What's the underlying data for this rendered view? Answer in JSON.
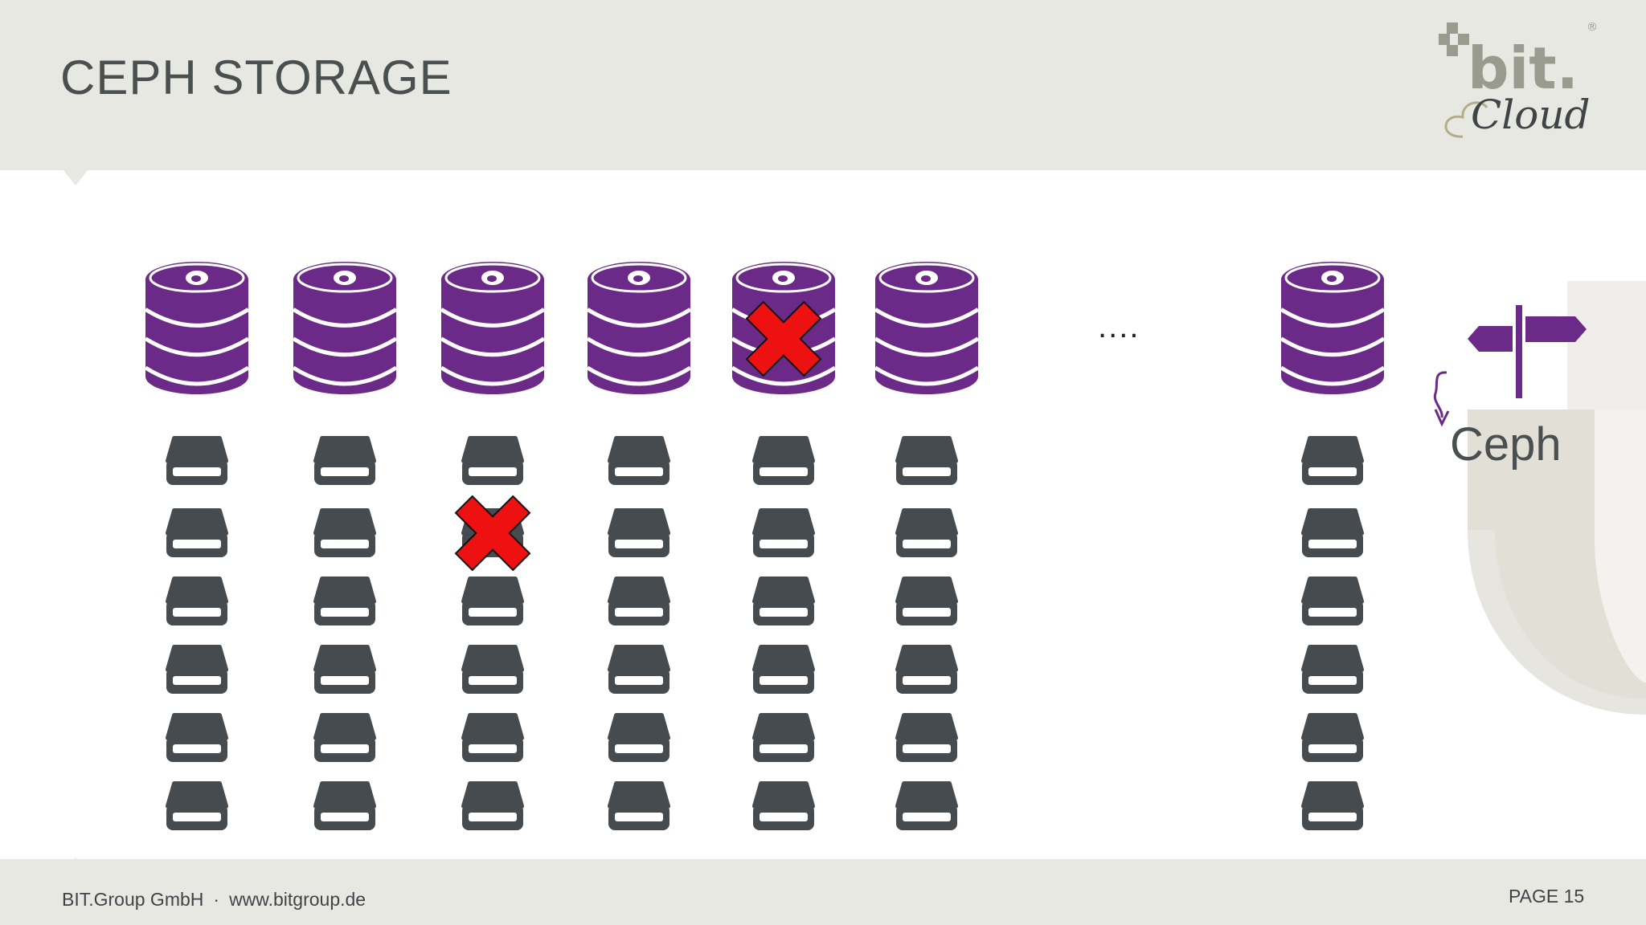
{
  "slide": {
    "title": "CEPH STORAGE",
    "page": "PAGE 15"
  },
  "footer": {
    "company": "BIT.Group GmbH",
    "separator": "·",
    "website": "www.bitgroup.de"
  },
  "logo": {
    "brand": "bit.",
    "sub": "Cloud",
    "mark": "®"
  },
  "diagram": {
    "ellipsis": "....",
    "ceph_label": "Ceph",
    "colors": {
      "node": "#6b2a88",
      "disk": "#454b4e",
      "fail": "#ee1111"
    },
    "nodes": [
      {
        "failed": false,
        "disks": [
          false,
          false,
          false,
          false,
          false,
          false
        ]
      },
      {
        "failed": false,
        "disks": [
          false,
          false,
          false,
          false,
          false,
          false
        ]
      },
      {
        "failed": false,
        "disks": [
          false,
          true,
          false,
          false,
          false,
          false
        ]
      },
      {
        "failed": false,
        "disks": [
          false,
          false,
          false,
          false,
          false,
          false
        ]
      },
      {
        "failed": true,
        "disks": [
          false,
          false,
          false,
          false,
          false,
          false
        ]
      },
      {
        "failed": false,
        "disks": [
          false,
          false,
          false,
          false,
          false,
          false
        ]
      },
      {
        "failed": false,
        "disks": [
          false,
          false,
          false,
          false,
          false,
          false
        ]
      }
    ]
  }
}
